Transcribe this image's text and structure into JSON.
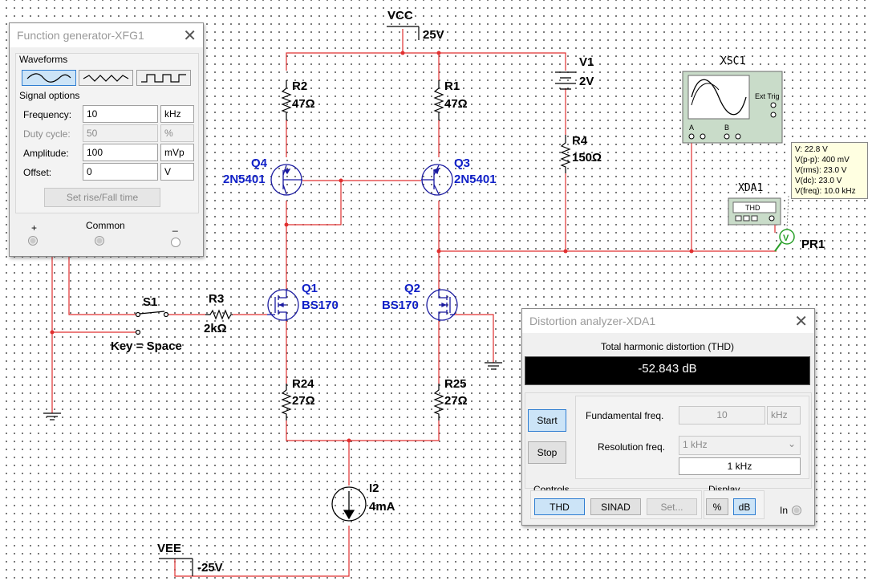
{
  "schematic": {
    "vcc_label": "VCC",
    "vcc_value": "25V",
    "vee_label": "VEE",
    "vee_value": "-25V",
    "v1_name": "V1",
    "v1_value": "2V",
    "r1_name": "R1",
    "r1_value": "47Ω",
    "r2_name": "R2",
    "r2_value": "47Ω",
    "r3_name": "R3",
    "r3_value": "2kΩ",
    "r4_name": "R4",
    "r4_value": "150Ω",
    "r24_name": "R24",
    "r24_value": "27Ω",
    "r25_name": "R25",
    "r25_value": "27Ω",
    "q1_name": "Q1",
    "q1_model": "BS170",
    "q2_name": "Q2",
    "q2_model": "BS170",
    "q3_name": "Q3",
    "q3_model": "2N5401",
    "q4_name": "Q4",
    "q4_model": "2N5401",
    "i2_name": "I2",
    "i2_value": "4mA",
    "s1_name": "S1",
    "s1_key": "Key = Space",
    "xsc1_name": "XSC1",
    "xsc1_ext_trig": "Ext Trig",
    "xsc1_a": "A",
    "xsc1_b": "B",
    "xda1_name": "XDA1",
    "xda1_display": "THD",
    "probe_name": "PR1",
    "probe_tooltip": [
      "V: 22.8 V",
      "V(p-p): 400 mV",
      "V(rms): 23.0 V",
      "V(dc): 23.0 V",
      "V(freq): 10.0 kHz"
    ]
  },
  "function_generator": {
    "title": "Function generator-XFG1",
    "waveforms_label": "Waveforms",
    "waveforms": [
      "sine-wave",
      "triangle-wave",
      "square-wave"
    ],
    "selected_waveform": "sine-wave",
    "signal_options_label": "Signal options",
    "frequency_label": "Frequency:",
    "frequency_value": "10",
    "frequency_unit": "kHz",
    "duty_label": "Duty cycle:",
    "duty_value": "50",
    "duty_unit": "%",
    "amplitude_label": "Amplitude:",
    "amplitude_value": "100",
    "amplitude_unit": "mVp",
    "offset_label": "Offset:",
    "offset_value": "0",
    "offset_unit": "V",
    "rise_fall_button": "Set rise/Fall time",
    "plus_label": "+",
    "common_label": "Common",
    "minus_label": "_"
  },
  "distortion_analyzer": {
    "title": "Distortion analyzer-XDA1",
    "thd_header": "Total harmonic distortion (THD)",
    "thd_value": "-52.843 dB",
    "start_button": "Start",
    "stop_button": "Stop",
    "fundamental_label": "Fundamental freq.",
    "fundamental_value": "10",
    "fundamental_unit": "kHz",
    "resolution_label": "Resolution freq.",
    "resolution_select": "1 kHz",
    "resolution_value": "1 kHz",
    "controls_label": "Controls",
    "thd_button": "THD",
    "sinad_button": "SINAD",
    "set_button": "Set...",
    "display_label": "Display",
    "percent_button": "%",
    "db_button": "dB",
    "in_label": "In"
  },
  "colors": {
    "wire": "#e03030",
    "component_label": "#1020c8",
    "component_line": "#1a1aa0"
  }
}
